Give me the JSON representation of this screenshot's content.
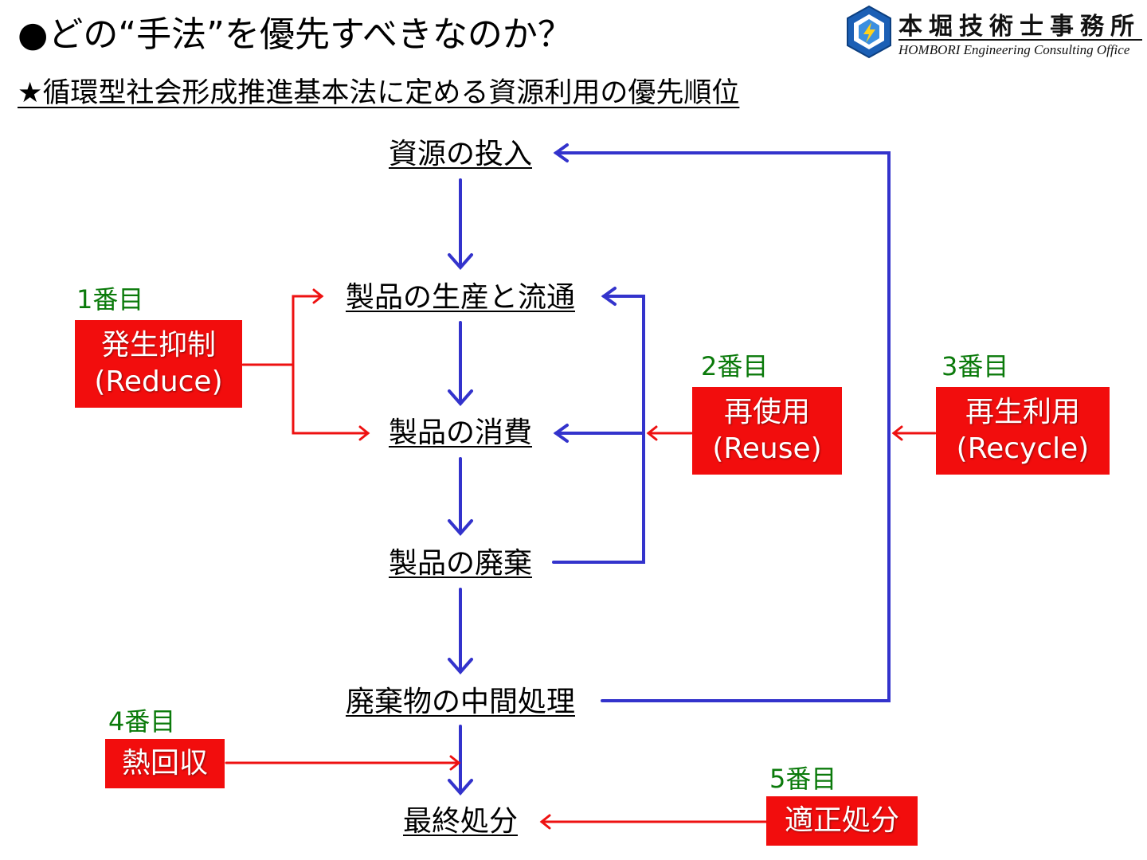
{
  "header": {
    "title": "●どの“手法”を優先すべきなのか？",
    "subtitle": "★循環型社会形成推進基本法に定める資源利用の優先順位"
  },
  "logo": {
    "name_jp": "本堀技術士事務所",
    "name_en": "HOMBORI Engineering Consulting Office"
  },
  "flow": {
    "input": "資源の投入",
    "production": "製品の生産と流通",
    "consumption": "製品の消費",
    "disposal": "製品の廃棄",
    "intermediate": "廃棄物の中間処理",
    "final": "最終処分"
  },
  "methods": {
    "reduce": {
      "rank": "1番目",
      "line1": "発生抑制",
      "line2": "(Reduce)"
    },
    "reuse": {
      "rank": "2番目",
      "line1": "再使用",
      "line2": "(Reuse)"
    },
    "recycle": {
      "rank": "3番目",
      "line1": "再生利用",
      "line2": "(Recycle)"
    },
    "heat": {
      "rank": "4番目",
      "line1": "熱回収"
    },
    "proper": {
      "rank": "5番目",
      "line1": "適正処分"
    }
  },
  "colors": {
    "flow_arrow": "#3333cc",
    "method_arrow": "#ee1111",
    "method_box": "#f20d0d",
    "rank_text": "#0b7a0b"
  }
}
